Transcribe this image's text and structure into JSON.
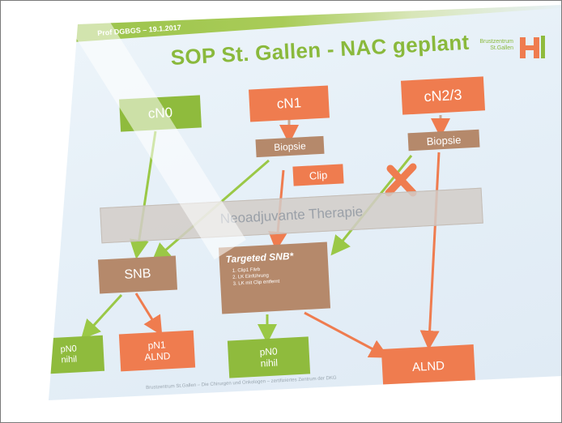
{
  "slide": {
    "date": "Prof DGBGS – 19.1.2017",
    "title": "SOP St. Gallen - NAC geplant",
    "logo_text_line1": "Brustzentrum",
    "logo_text_line2": "St.Gallen",
    "footer": "Brustzentrum St.Gallen – Die Chirurgen und Onkologen – zertifiziertes Zentrum der DKG"
  },
  "boxes": {
    "cn0": "cN0",
    "cn1": "cN1",
    "cn23": "cN2/3",
    "biopsie_left": "Biopsie",
    "biopsie_right": "Biopsie",
    "clip": "Clip",
    "therapy": "Neoadjuvante Therapie",
    "snb": "SNB",
    "targeted_snb": {
      "title": "Targeted SNB*",
      "items": [
        "Clip1 Färb",
        "LK Einführung",
        "LK mit Clip entfernt"
      ]
    },
    "pn0_left_line1": "pN0",
    "pn0_left_line2": "nihil",
    "pn1_line1": "pN1",
    "pn1_line2": "ALND",
    "pn0_mid_line1": "pN0",
    "pn0_mid_line2": "nihil",
    "alnd": "ALND"
  },
  "colors": {
    "green": "#8fbb3d",
    "orange": "#ef7c4f",
    "brown": "#b5896b",
    "title_green": "#8ab93c",
    "arrow_green": "#9ac846",
    "arrow_orange": "#ef7c4f"
  }
}
